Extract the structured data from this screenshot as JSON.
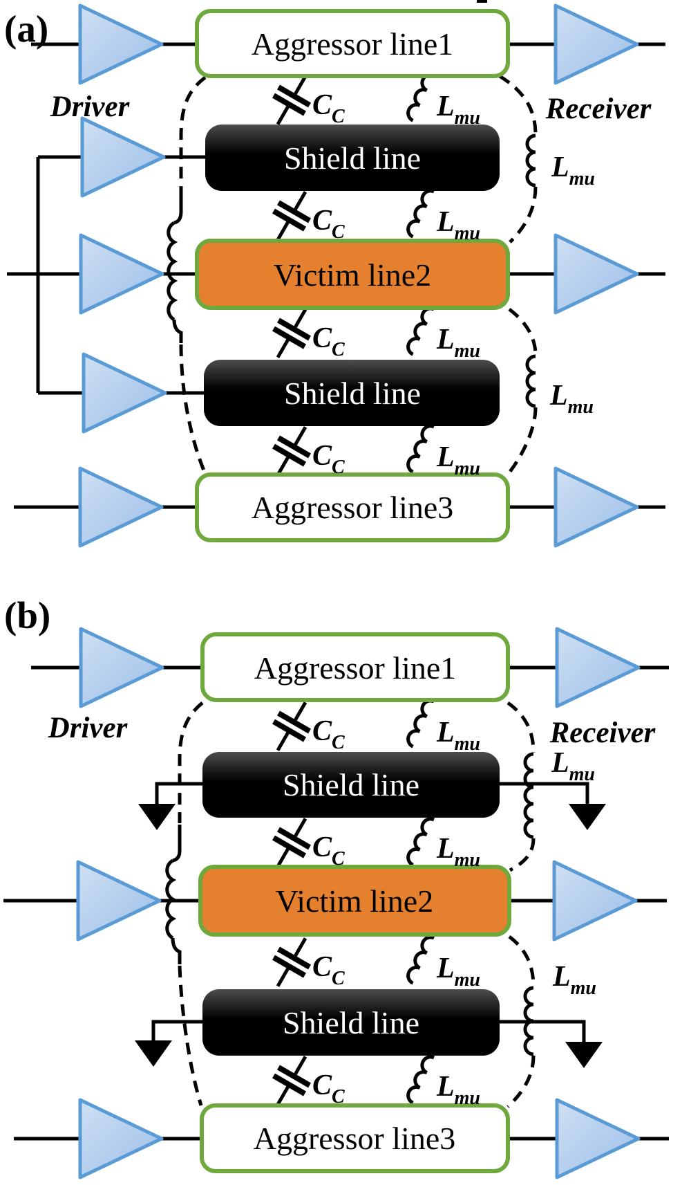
{
  "figure": {
    "panel_a": {
      "tag": "(a)",
      "driver_label": "Driver",
      "receiver_label": "Receiver",
      "aggressor1": "Aggressor line1",
      "shield_top": "Shield line",
      "victim": "Victim line2",
      "shield_bottom": "Shield line",
      "aggressor3": "Aggressor line3"
    },
    "panel_b": {
      "tag": "(b)",
      "driver_label": "Driver",
      "receiver_label": "Receiver",
      "aggressor1": "Aggressor line1",
      "shield_top": "Shield line",
      "victim": "Victim line2",
      "shield_bottom": "Shield line",
      "aggressor3": "Aggressor line3"
    }
  },
  "symbols": {
    "coupling_capacitance": {
      "main": "C",
      "sub": "C"
    },
    "mutual_inductance": {
      "main": "L",
      "sub": "mu"
    }
  },
  "colors": {
    "line_border_green": "#6FA83C",
    "victim_orange": "#E5802F",
    "buffer_blue_stroke": "#5B9BD5",
    "buffer_blue_light": "#CFE0F3",
    "buffer_blue_dark": "#9CBEE8",
    "shield_black": "#000000",
    "wire_black": "#000000"
  }
}
